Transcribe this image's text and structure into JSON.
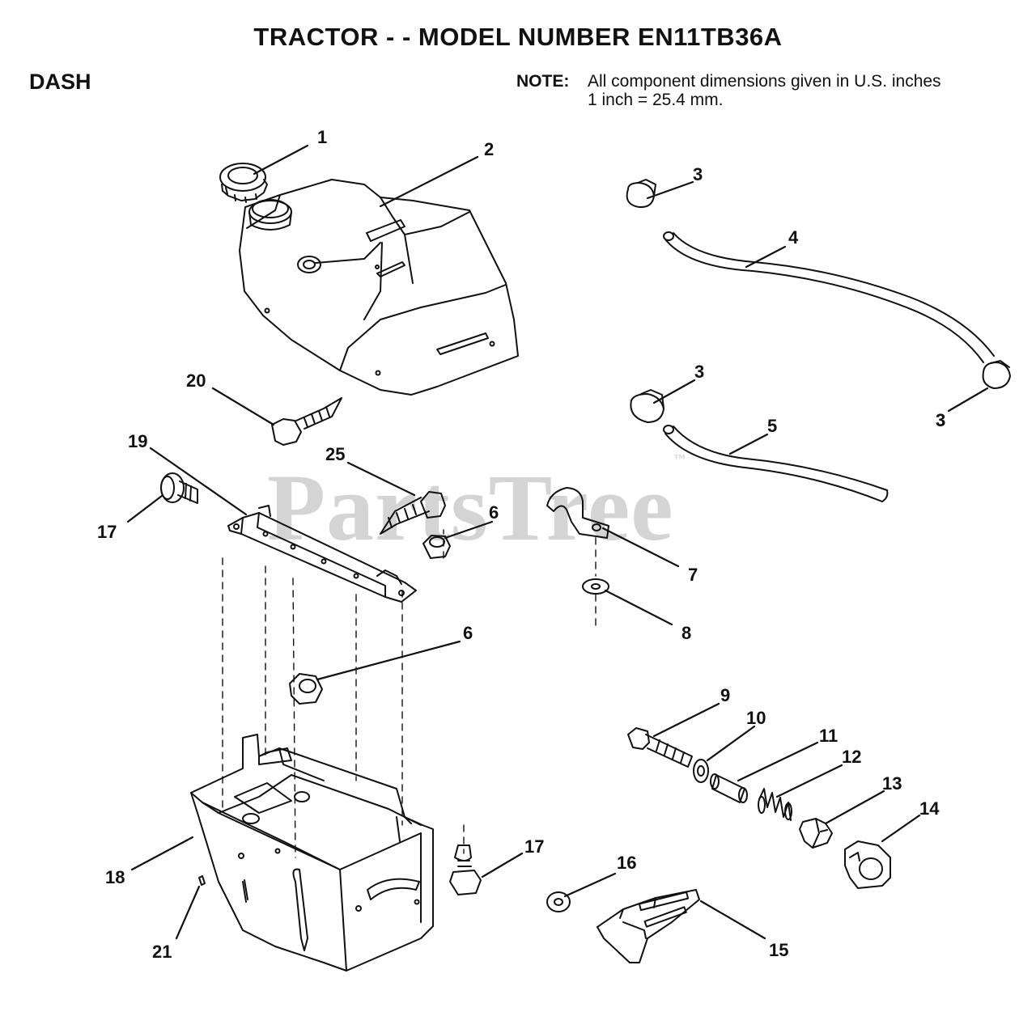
{
  "header": {
    "title": "TRACTOR - - MODEL NUMBER EN11TB36A",
    "section": "DASH",
    "note_label": "NOTE:",
    "note_line1": "All component dimensions given in U.S. inches",
    "note_line2": "1 inch = 25.4 mm."
  },
  "watermark": {
    "text": "PartsTree",
    "mark": "™"
  },
  "callouts": [
    "1",
    "2",
    "3",
    "3",
    "3",
    "3",
    "4",
    "5",
    "6",
    "6",
    "7",
    "8",
    "9",
    "10",
    "11",
    "12",
    "13",
    "14",
    "15",
    "16",
    "17",
    "17",
    "18",
    "19",
    "20",
    "21",
    "25"
  ]
}
